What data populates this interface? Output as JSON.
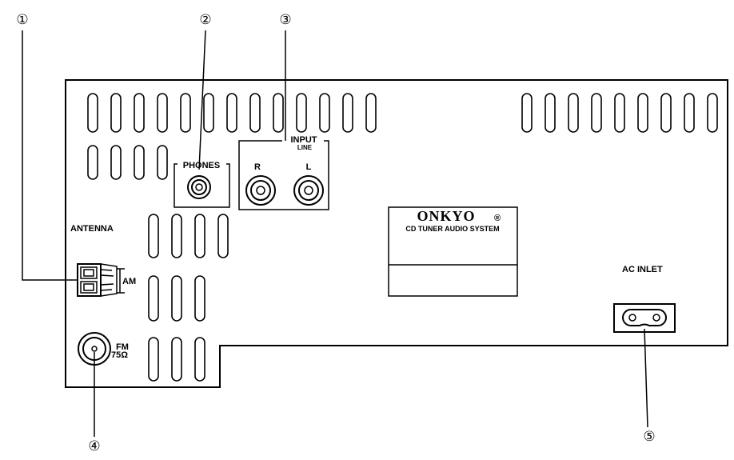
{
  "labels": {
    "antenna": "ANTENNA",
    "am": "AM",
    "fm": "FM",
    "fm_impedance": "75Ω",
    "phones": "PHONES",
    "input": "INPUT",
    "line": "LINE",
    "right": "R",
    "left": "L",
    "ac_inlet": "AC INLET",
    "brand": "ONKYO",
    "brand_mark": "®",
    "product": "CD TUNER AUDIO SYSTEM"
  },
  "callouts": [
    {
      "number": "①",
      "target": "am-antenna-terminal"
    },
    {
      "number": "②",
      "target": "phones-jack"
    },
    {
      "number": "③",
      "target": "line-input-jacks"
    },
    {
      "number": "④",
      "target": "fm-antenna-jack"
    },
    {
      "number": "⑤",
      "target": "ac-inlet"
    }
  ]
}
